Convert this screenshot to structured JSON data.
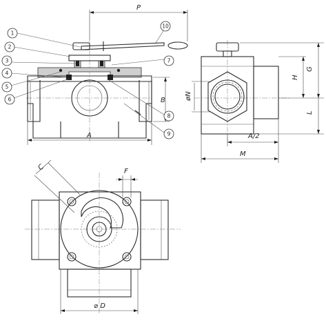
{
  "dimensions": {
    "P": "P",
    "A": "A",
    "B": "B",
    "G": "G",
    "H": "H",
    "L": "L",
    "N": "øN",
    "A_half": "A/2",
    "M": "M",
    "C": "C",
    "F": "F",
    "D": "⌀ D"
  },
  "callouts": [
    "1",
    "2",
    "3",
    "4",
    "5",
    "6",
    "7",
    "8",
    "9",
    "10"
  ]
}
